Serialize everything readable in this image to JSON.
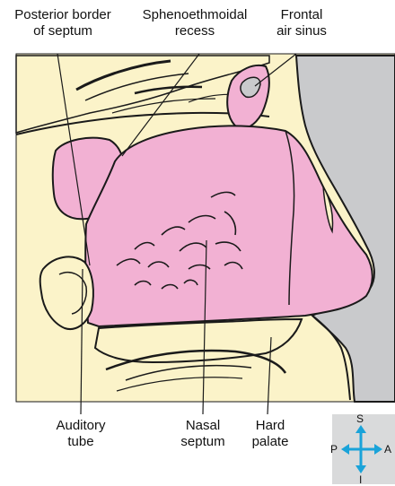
{
  "labels": {
    "posterior_border": [
      "Posterior border",
      "of septum"
    ],
    "sphenoethmoidal_recess": [
      "Sphenoethmoidal",
      "recess"
    ],
    "frontal_air_sinus": [
      "Frontal",
      "air sinus"
    ],
    "auditory_tube": [
      "Auditory",
      "tube"
    ],
    "nasal_septum": [
      "Nasal",
      "septum"
    ],
    "hard_palate": [
      "Hard",
      "palate"
    ]
  },
  "compass": {
    "superior": "S",
    "posterior": "P",
    "anterior": "A",
    "inferior": "I"
  },
  "colors": {
    "bone": "#fbf3c9",
    "mucosa_pink": "#f2b1d3",
    "air_gray": "#c9cacc",
    "outline": "#1a1a1a",
    "compass_arrow": "#1aa3d9"
  }
}
